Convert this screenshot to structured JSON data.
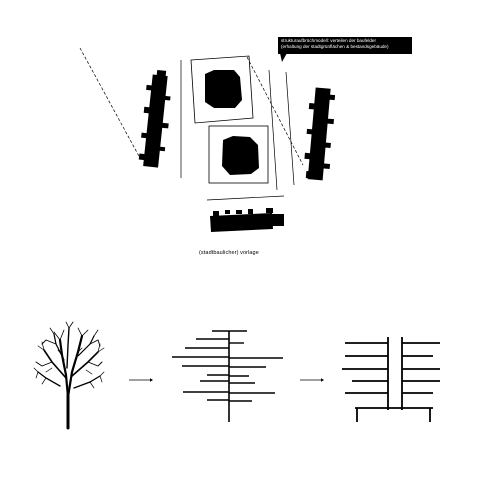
{
  "callout": {
    "line1": "strukturaufbrüchmodell: verteilen der baufelder",
    "line2": "(erhaltung der stadtgrünflächen & bestandsgebäude)"
  },
  "caption": "(stadtbaulicher) vorlage",
  "colors": {
    "ink": "#000000",
    "paper": "#ffffff"
  },
  "icons": [
    "tree-icon",
    "arrow-right-icon",
    "branch-structure-icon",
    "building-structure-icon"
  ]
}
